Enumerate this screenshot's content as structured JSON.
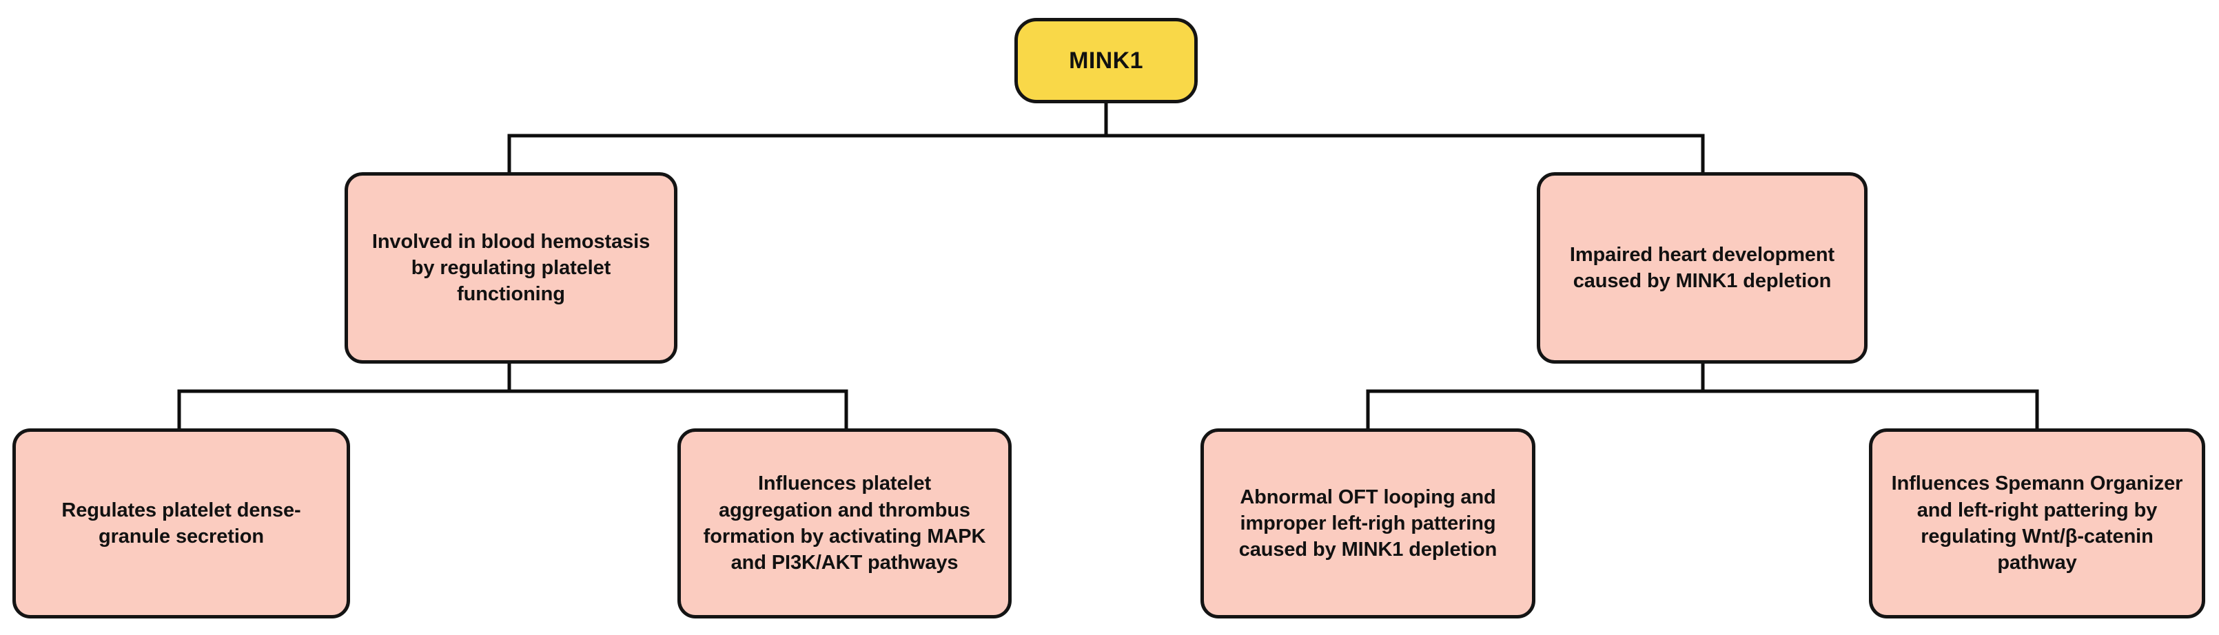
{
  "diagram": {
    "type": "hierarchy-tree",
    "orientation": "top-down",
    "background_color": "#ffffff",
    "edge_color": "#0d0d0d",
    "root": {
      "id": "root",
      "label": "MINK1",
      "fill_color": "#f9d848",
      "border_color": "#141414",
      "shape": "rounded-rectangle"
    },
    "branches": [
      {
        "id": "branch-hemostasis",
        "label": "Involved in blood hemostasis\nby regulating platelet\nfunctioning",
        "fill_color": "#fbccc0",
        "border_color": "#141414",
        "shape": "rounded-rectangle",
        "children": [
          {
            "id": "leaf-dense-granule",
            "label": "Regulates platelet dense-\ngranule secretion",
            "fill_color": "#fbccc0",
            "border_color": "#141414",
            "shape": "rounded-rectangle"
          },
          {
            "id": "leaf-aggregation",
            "label": "Influences platelet\naggregation and thrombus\nformation by activating MAPK\nand PI3K/AKT pathways",
            "fill_color": "#fbccc0",
            "border_color": "#141414",
            "shape": "rounded-rectangle"
          }
        ]
      },
      {
        "id": "branch-heart-development",
        "label": "Impaired heart development\ncaused by MINK1 depletion",
        "fill_color": "#fbccc0",
        "border_color": "#141414",
        "shape": "rounded-rectangle",
        "children": [
          {
            "id": "leaf-oft-looping",
            "label": "Abnormal OFT looping and\nimproper left-righ pattering\ncaused by MINK1 depletion",
            "fill_color": "#fbccc0",
            "border_color": "#141414",
            "shape": "rounded-rectangle"
          },
          {
            "id": "leaf-spemann-organizer",
            "label": "Influences Spemann Organizer\nand left-right pattering by\nregulating Wnt/β-catenin\npathway",
            "fill_color": "#fbccc0",
            "border_color": "#141414",
            "shape": "rounded-rectangle"
          }
        ]
      }
    ]
  }
}
